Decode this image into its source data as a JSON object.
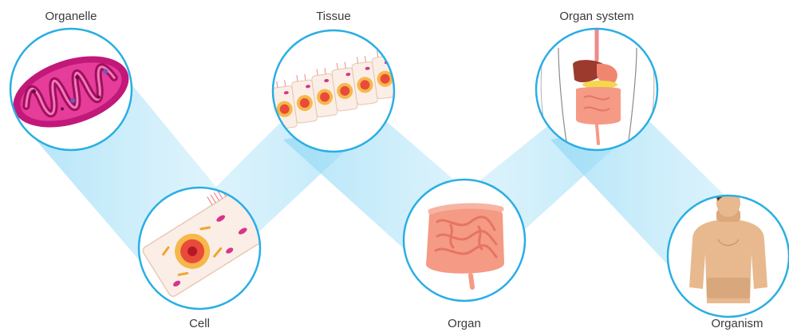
{
  "stages": [
    {
      "id": "organelle",
      "label": "Organelle"
    },
    {
      "id": "cell",
      "label": "Cell"
    },
    {
      "id": "tissue",
      "label": "Tissue"
    },
    {
      "id": "organ",
      "label": "Organ"
    },
    {
      "id": "organ-system",
      "label": "Organ system"
    },
    {
      "id": "organism",
      "label": "Organism"
    }
  ],
  "colors": {
    "circle_border": "#29aee4",
    "beam": "#7fd3f3",
    "background": "#ffffff"
  }
}
